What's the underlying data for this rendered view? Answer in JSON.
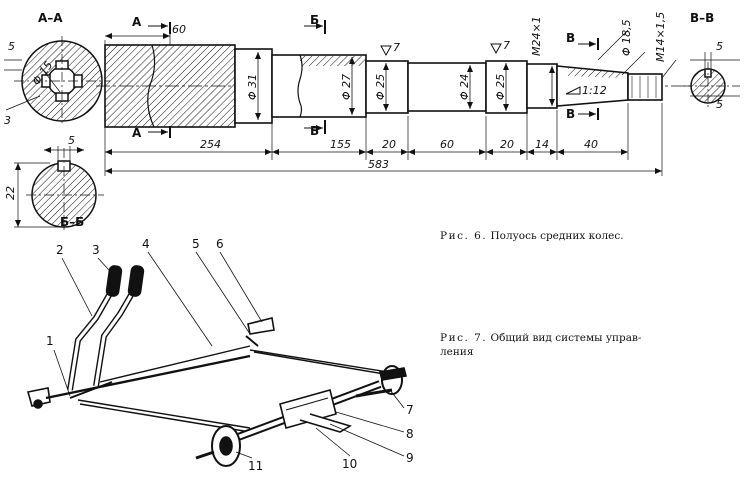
{
  "figure6": {
    "caption_label": "Рис. 6.",
    "caption_text": "Полуось средних колес.",
    "section_labels": {
      "aa": "А–А",
      "bb": "Б–Б",
      "vv": "В–В"
    },
    "cut_letters": {
      "a": "А",
      "b": "Б",
      "v": "В"
    },
    "dimensions": {
      "d60": "60",
      "d254": "254",
      "d155": "155",
      "d20a": "20",
      "d60b": "60",
      "d20b": "20",
      "d14": "14",
      "d40": "40",
      "d583": "583",
      "phi31": "Φ 31",
      "phi27": "Φ 27",
      "phi25a": "Φ 25",
      "phi24": "Φ 24",
      "phi25b": "Φ 25",
      "phi185": "Φ 18,5",
      "thread24": "M24×1",
      "thread14": "M14×1,5",
      "taper": "1:12",
      "phi15": "Φ 15",
      "aa5": "5",
      "aa3": "3",
      "bb5": "5",
      "bb22": "22",
      "vv5a": "5",
      "vv5b": "5",
      "rough1": "7",
      "rough2": "7"
    }
  },
  "figure7": {
    "caption_label": "Рис. 7.",
    "caption_text": "Общий вид системы управ-ления",
    "callouts": [
      "1",
      "2",
      "3",
      "4",
      "5",
      "6",
      "7",
      "8",
      "9",
      "10",
      "11"
    ]
  }
}
